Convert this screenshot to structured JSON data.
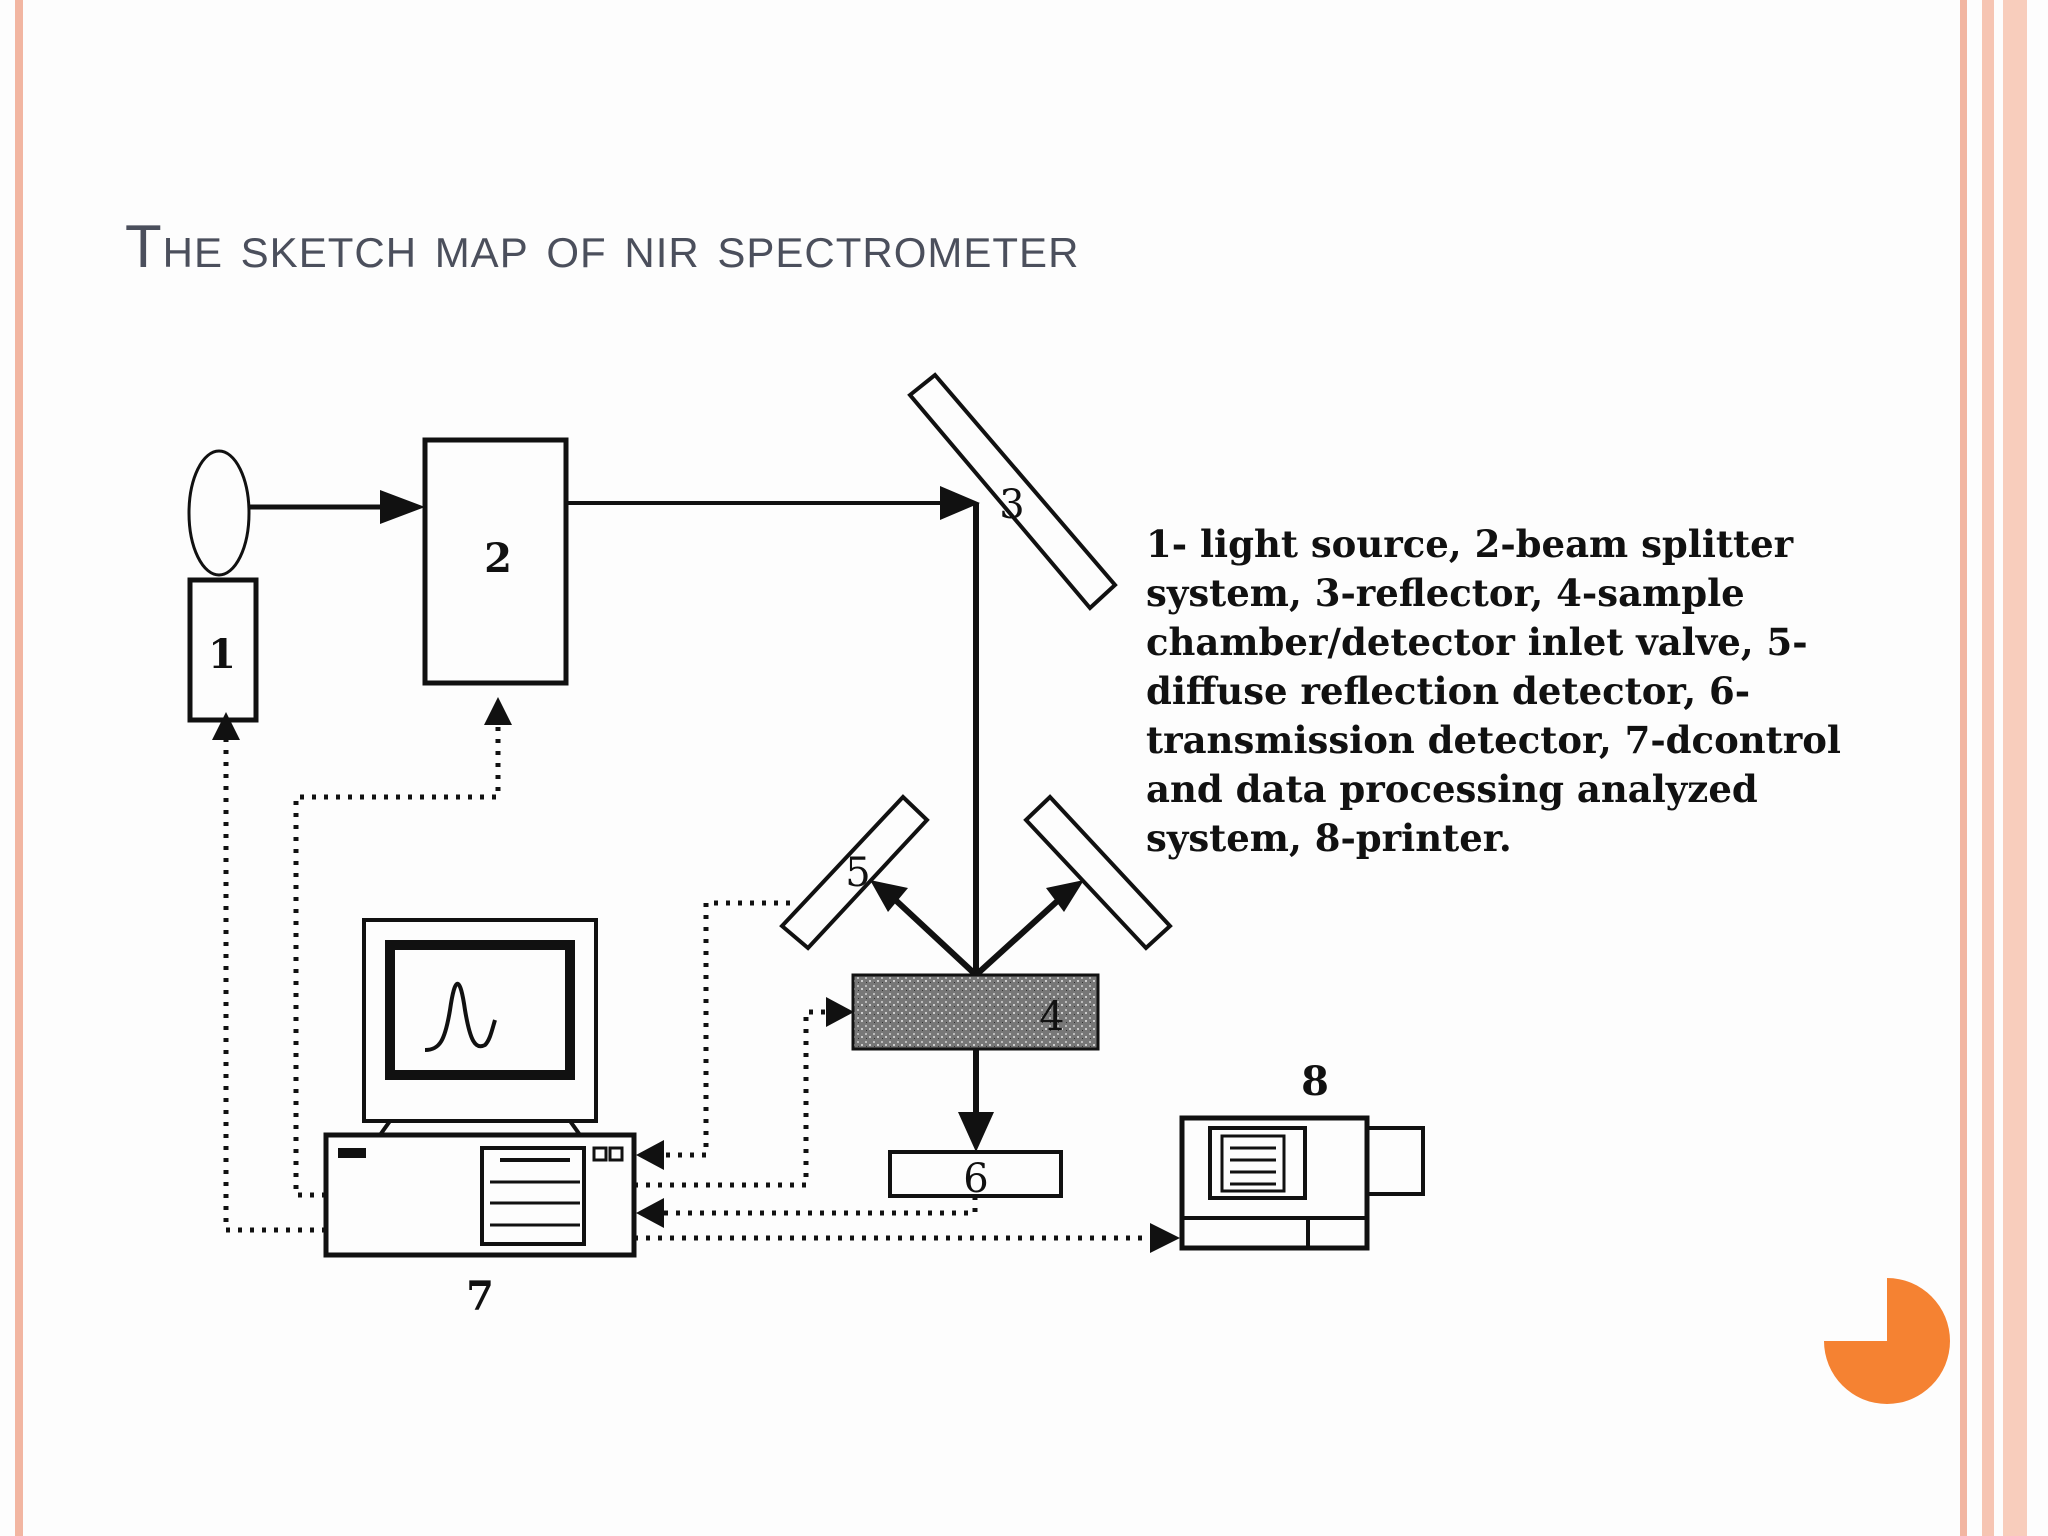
{
  "slide": {
    "title": "The sketch map of nir spectrometer",
    "accent_color": "#f58232",
    "border_color": "#f2b6a2"
  },
  "diagram": {
    "labels": {
      "n1": "1",
      "n2": "2",
      "n3": "3",
      "n4": "4",
      "n5": "5",
      "n6": "6",
      "n7": "7",
      "n8": "8"
    },
    "legend_lines": [
      "1- light source, 2-beam splitter",
      "system, 3-reflector, 4-sample",
      "chamber/detector inlet valve, 5-",
      "diffuse reflection detector, 6-",
      "transmission detector, 7-dcontrol",
      "and data processing analyzed",
      "system, 8-printer."
    ]
  },
  "decorations": {
    "corner_icon": "pie-chart-icon"
  }
}
